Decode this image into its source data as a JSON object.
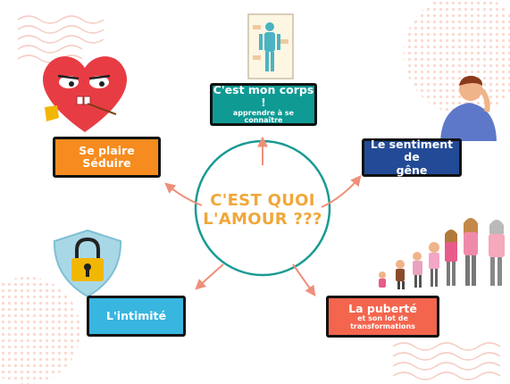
{
  "center": {
    "line1": "C'EST QUOI",
    "line2": "L'AMOUR ???"
  },
  "nodes": {
    "corps": {
      "main": "C'est mon corps !",
      "sub1": "apprendre à se",
      "sub2": "connaître",
      "color": "#0f9a94"
    },
    "gene": {
      "line1": "Le sentiment de",
      "line2": "gêne",
      "color": "#224a96"
    },
    "puberte": {
      "main": "La puberté",
      "sub1": "et son lot de",
      "sub2": "transformations",
      "color": "#f4654e"
    },
    "intimite": {
      "main": "L'intimité",
      "color": "#38b6e0"
    },
    "seduire": {
      "line1": "Se plaire",
      "line2": "Séduire",
      "color": "#f68c1f"
    }
  },
  "colors": {
    "circle": "#1a9a94",
    "arrows": "#ef8f7a",
    "title": "#f0a73a",
    "border": "#111111"
  },
  "icons": [
    "heart-face-icon",
    "body-chart-icon",
    "embarrassed-person-icon",
    "growth-people-icon",
    "shield-lock-icon"
  ]
}
